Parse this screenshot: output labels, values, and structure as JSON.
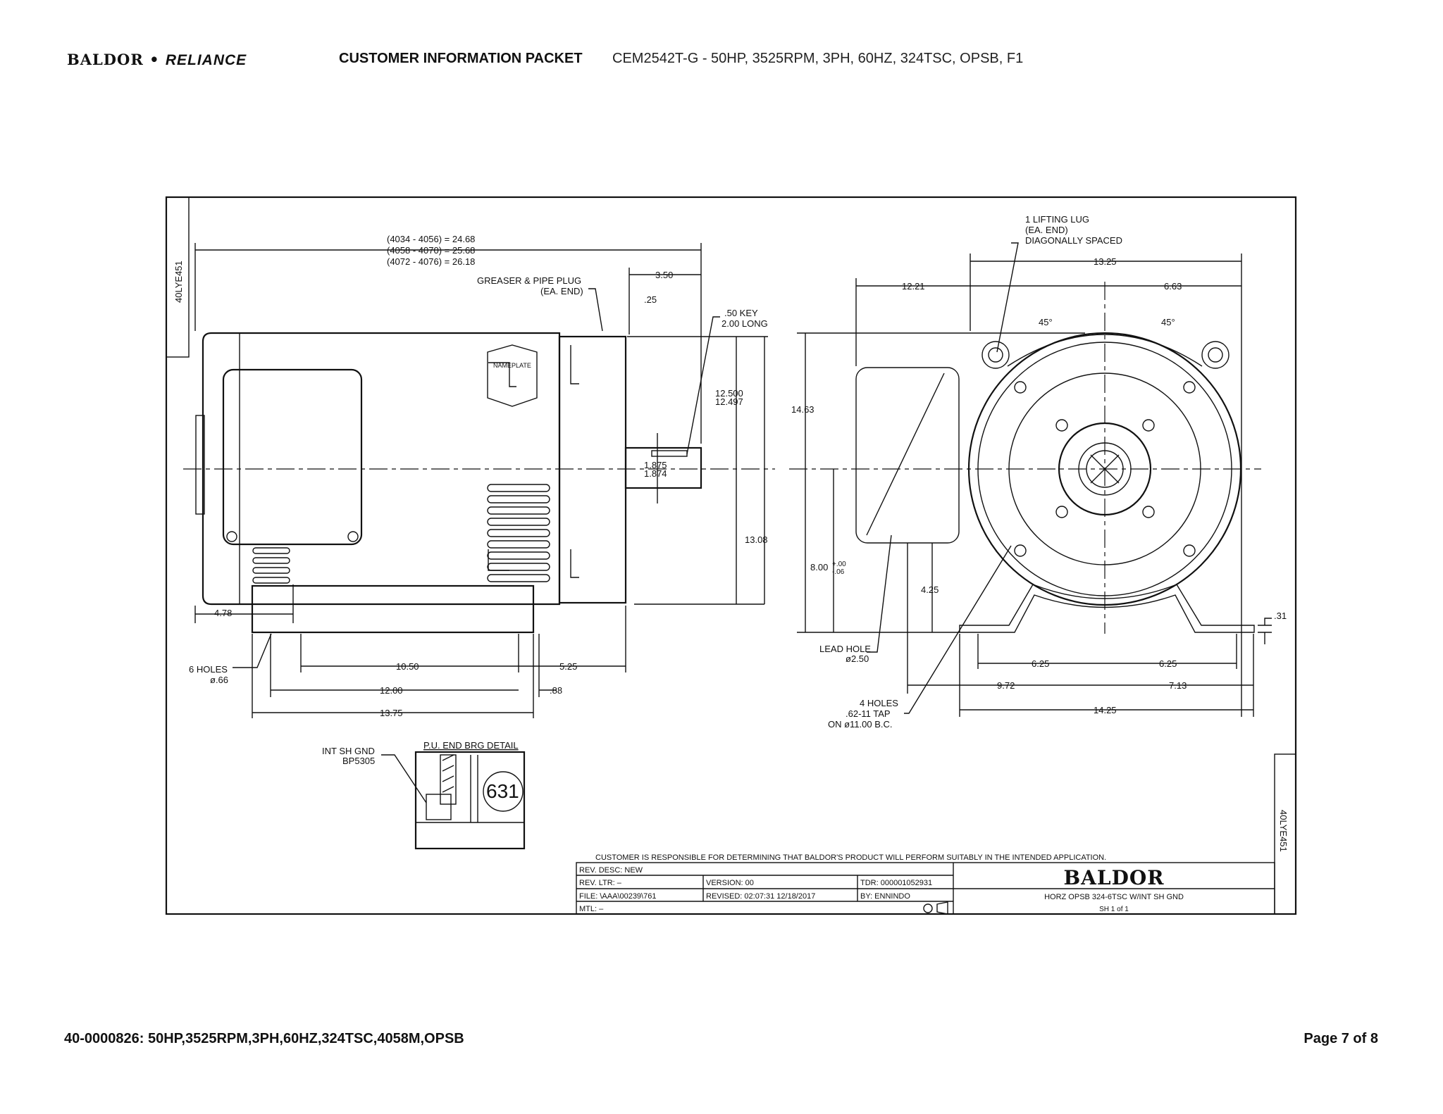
{
  "header": {
    "logo_text": "BALDOR",
    "logo_sep": " • ",
    "logo_text2": "RELIANCE",
    "title": "CUSTOMER INFORMATION PACKET",
    "model": "CEM2542T-G - 50HP, 3525RPM, 3PH, 60HZ, 324TSC, OPSB, F1"
  },
  "drawing": {
    "tag": "40LYE451",
    "side_view": {
      "length_1": "(4034 - 4056) = 24.68",
      "length_2": "(4058 - 4070) = 25.68",
      "length_3": "(4072 - 4076) = 26.18",
      "greaser_1": "GREASER & PIPE PLUG",
      "greaser_2": "(EA. END)",
      "dim_350": "3.50",
      "dim_025": ".25",
      "key_1": ".50 KEY",
      "key_2": "2.00 LONG",
      "shaft_dia_1": "12.500",
      "shaft_dia_2": "12.497",
      "shaft_1": "1.875",
      "shaft_2": "1.874",
      "dim_1308": "13.08",
      "dim_478": "4.78",
      "holes_1": "6 HOLES",
      "holes_2": "ø.66",
      "dim_1050": "10.50",
      "dim_525": "5.25",
      "dim_1200": "12.00",
      "dim_088": ".88",
      "dim_1375": "13.75",
      "nameplate": "NAMEPLATE"
    },
    "detail": {
      "gnd_1": "INT SH GND",
      "gnd_2": "BP5305",
      "title": "P.U. END BRG DETAIL",
      "bearing": "631"
    },
    "end_view": {
      "lug_1": "1 LIFTING LUG",
      "lug_2": "(EA. END)",
      "lug_3": "DIAGONALLY SPACED",
      "dim_1325": "13.25",
      "dim_1221": "12.21",
      "dim_663": "6.63",
      "angle_1": "45°",
      "angle_2": "45°",
      "dim_1463": "14.63",
      "dim_800": "8.00",
      "tol_plus": "+.00",
      "tol_minus": "-.06",
      "dim_425": "4.25",
      "lead_1": "LEAD HOLE",
      "lead_2": "ø2.50",
      "dim_031": ".31",
      "dim_625a": "6.25",
      "dim_625b": "6.25",
      "dim_972": "9.72",
      "dim_713": "7.13",
      "dim_1425": "14.25",
      "tap_1": "4 HOLES",
      "tap_2": ".62-11 TAP",
      "tap_3": "ON ø11.00 B.C."
    },
    "title_block": {
      "disclaimer": "CUSTOMER IS RESPONSIBLE FOR DETERMINING THAT BALDOR'S PRODUCT WILL PERFORM SUITABLY IN THE INTENDED APPLICATION.",
      "rev_desc": "REV. DESC:  NEW",
      "rev_ltr": "REV. LTR:  –",
      "version": "VERSION: 00",
      "tdr": "TDR: 000001052931",
      "file": "FILE: \\AAA\\00239\\761",
      "revised": "REVISED: 02:07:31  12/18/2017",
      "by": "BY:  ENNINDO",
      "mtl": "MTL: –",
      "brand": "BALDOR",
      "description": "HORZ OPSB 324-6TSC W/INT SH GND",
      "sheet": "SH 1 of 1"
    }
  },
  "footer": {
    "left": "40-0000826: 50HP,3525RPM,3PH,60HZ,324TSC,4058M,OPSB",
    "right": "Page 7 of 8"
  }
}
